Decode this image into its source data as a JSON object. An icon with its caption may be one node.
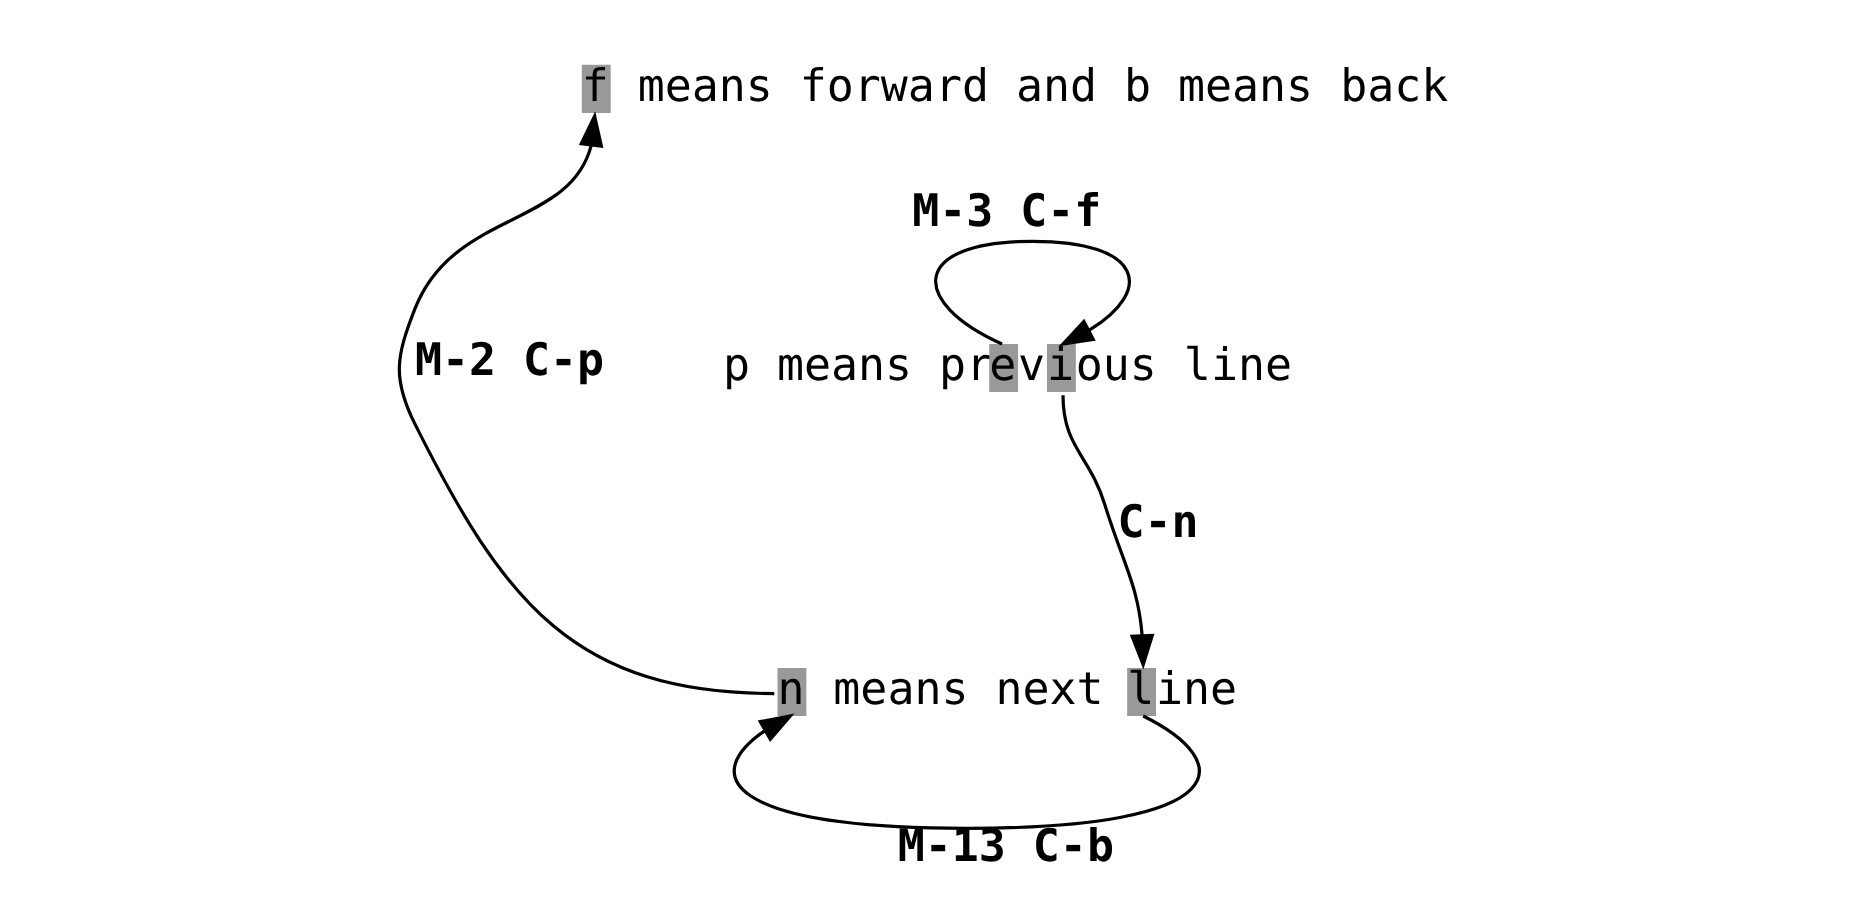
{
  "diagram": {
    "nodes": [
      {
        "text": [
          "f means forward and b means back"
        ]
      },
      {
        "text": [
          "p means previous line"
        ]
      },
      {
        "text": [
          "n means next line"
        ]
      }
    ],
    "edges": [
      {
        "from": 1,
        "to": 1,
        "arrow": "to",
        "label": "M-3 C-f"
      },
      {
        "from": 1,
        "to": 2,
        "arrow": "to",
        "label": "C-n"
      },
      {
        "from": 2,
        "to": 2,
        "arrow": "to",
        "label": "M-13 C-b"
      },
      {
        "from": 2,
        "to": 0,
        "arrow": "to",
        "label": "M-2 C-p"
      }
    ]
  }
}
